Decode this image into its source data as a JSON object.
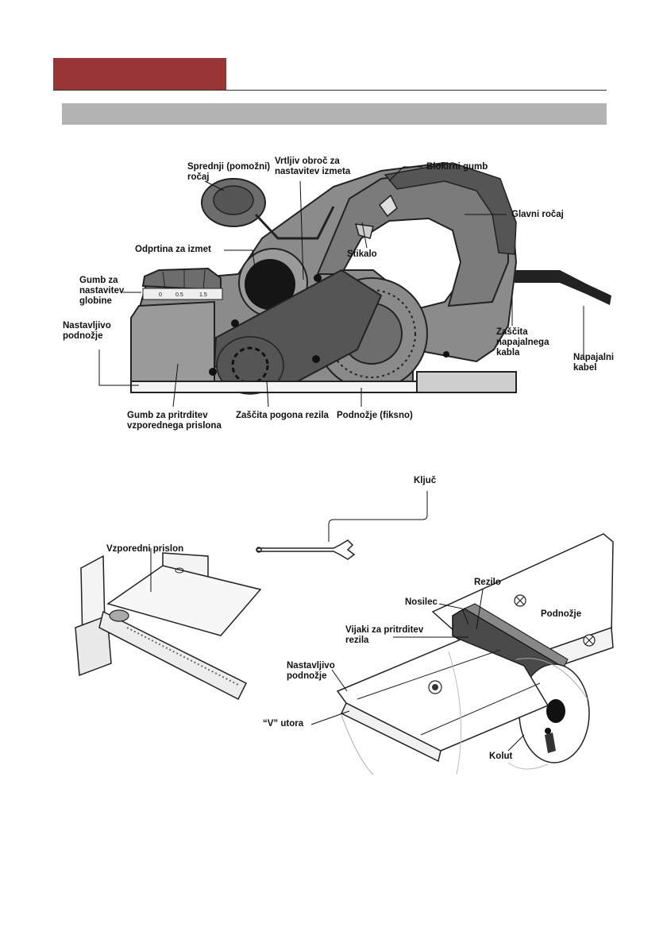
{
  "header": {
    "tab_color": "#9a3535",
    "bar_color": "#b3b3b3"
  },
  "planer": {
    "front_handle": "Sprednji (pomožni)\nročaj",
    "chip_ring": "Vrtljiv obroč za\nnastavitev izmeta",
    "lock_button": "Blokirni gumb",
    "main_handle": "Glavni ročaj",
    "chip_outlet": "Odprtina za izmet",
    "switch": "Stikalo",
    "depth_knob": "Gumb za\nnastavitev\nglobine",
    "adjustable_base": "Nastavljivo\npodnožje",
    "cord_guard": "Zaščita\nnapajalnega\nkabla",
    "power_cord": "Napajalni\nkabel",
    "fence_knob": "Gumb za pritrditev\nvzporednega prislona",
    "belt_guard": "Zaščita pogona rezila",
    "fixed_base": "Podnožje (fiksno)",
    "scale_marks": [
      "0",
      "0.5",
      "1.5"
    ]
  },
  "accessories": {
    "wrench": "Ključ",
    "parallel_fence": "Vzporedni prislon"
  },
  "drum": {
    "blade": "Rezilo",
    "holder": "Nosilec",
    "base": "Podnožje",
    "blade_screws": "Vijaki za pritrditev\nrezila",
    "adjustable_base": "Nastavljivo\npodnožje",
    "v_groove": "“V” utora",
    "drum": "Kolut"
  }
}
